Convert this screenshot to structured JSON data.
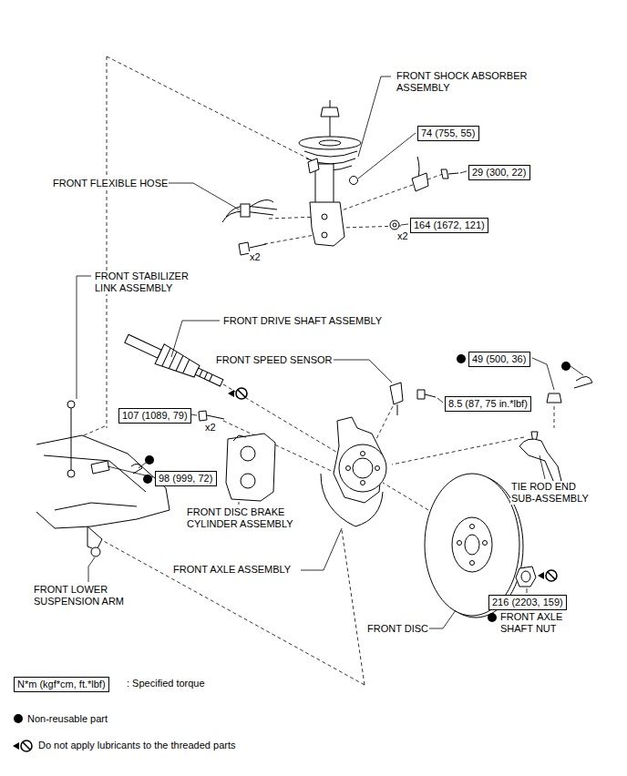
{
  "diagram": {
    "nodes": [
      {
        "text": [
          "74 (755, 55)"
        ]
      },
      {
        "text": [
          "29 (300, 22)"
        ]
      },
      {
        "text": [
          "164 (1672, 121)"
        ]
      },
      {
        "text": [
          "49 (500, 36)"
        ]
      },
      {
        "text": [
          "8.5 (87, 75 in.*lbf)"
        ]
      },
      {
        "text": [
          "107 (1089, 79)"
        ]
      },
      {
        "text": [
          "98 (999, 72)"
        ]
      },
      {
        "text": [
          "216 (2203, 159)"
        ]
      },
      {
        "text": [
          "N*m (kgf*cm, ft.*lbf)"
        ]
      }
    ],
    "edges": [],
    "labels": [
      "FRONT SHOCK ABSORBER ASSEMBLY",
      "FRONT FLEXIBLE HOSE",
      "x2",
      "x2",
      "FRONT STABILIZER LINK ASSEMBLY",
      "FRONT DRIVE SHAFT ASSEMBLY",
      "FRONT SPEED SENSOR",
      "x2",
      "FRONT DISC BRAKE CYLINDER ASSEMBLY",
      "TIE ROD END SUB-ASSEMBLY",
      "FRONT AXLE ASSEMBLY",
      "FRONT LOWER SUSPENSION ARM",
      "FRONT AXLE SHAFT NUT",
      "FRONT DISC"
    ],
    "legend": [
      {
        "text": ": Specified torque"
      },
      {
        "text": "Non-reusable part"
      },
      {
        "text": "Do not apply lubricants to the threaded parts"
      }
    ]
  }
}
